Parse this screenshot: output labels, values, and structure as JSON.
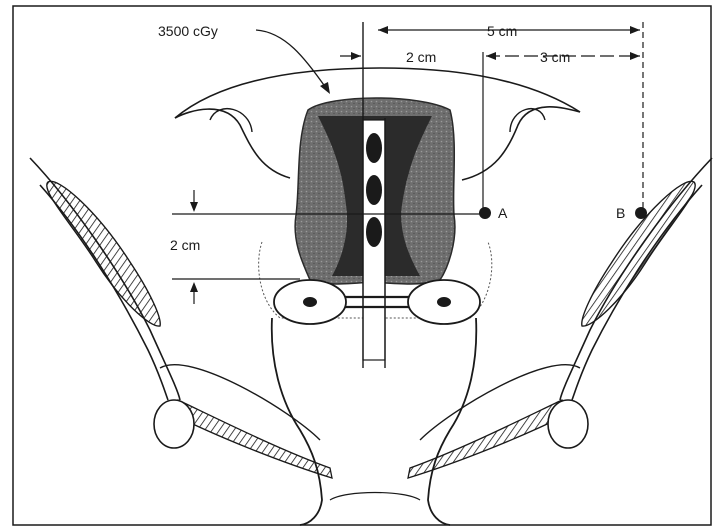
{
  "labels": {
    "dose": "3500 cGy",
    "dist_5": "5 cm",
    "dist_2_top": "2 cm",
    "dist_3": "3 cm",
    "dist_2_side": "2 cm",
    "point_a": "A",
    "point_b": "B"
  },
  "colors": {
    "ink": "#1a1a1a",
    "isodose_dark": "#2b2b2b",
    "isodose_mid": "#6e6e6e",
    "background": "#ffffff"
  }
}
